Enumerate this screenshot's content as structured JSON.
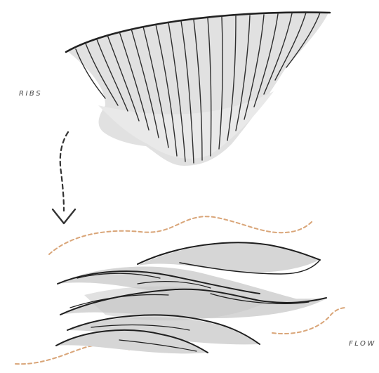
{
  "labels": {
    "ribs": "RIBS",
    "flow": "FLOW"
  },
  "colors": {
    "ink": "#2a2a2a",
    "wash": "#dcdcdc",
    "wash_light": "#e8e8e8",
    "accent_dash": "#d9a578",
    "arrow": "#333333"
  },
  "icons": {
    "ribs": "mushroom-gill-ribs-sketch",
    "arrow": "dashed-down-arrow",
    "flow": "flowing-leaf-strands-sketch"
  }
}
